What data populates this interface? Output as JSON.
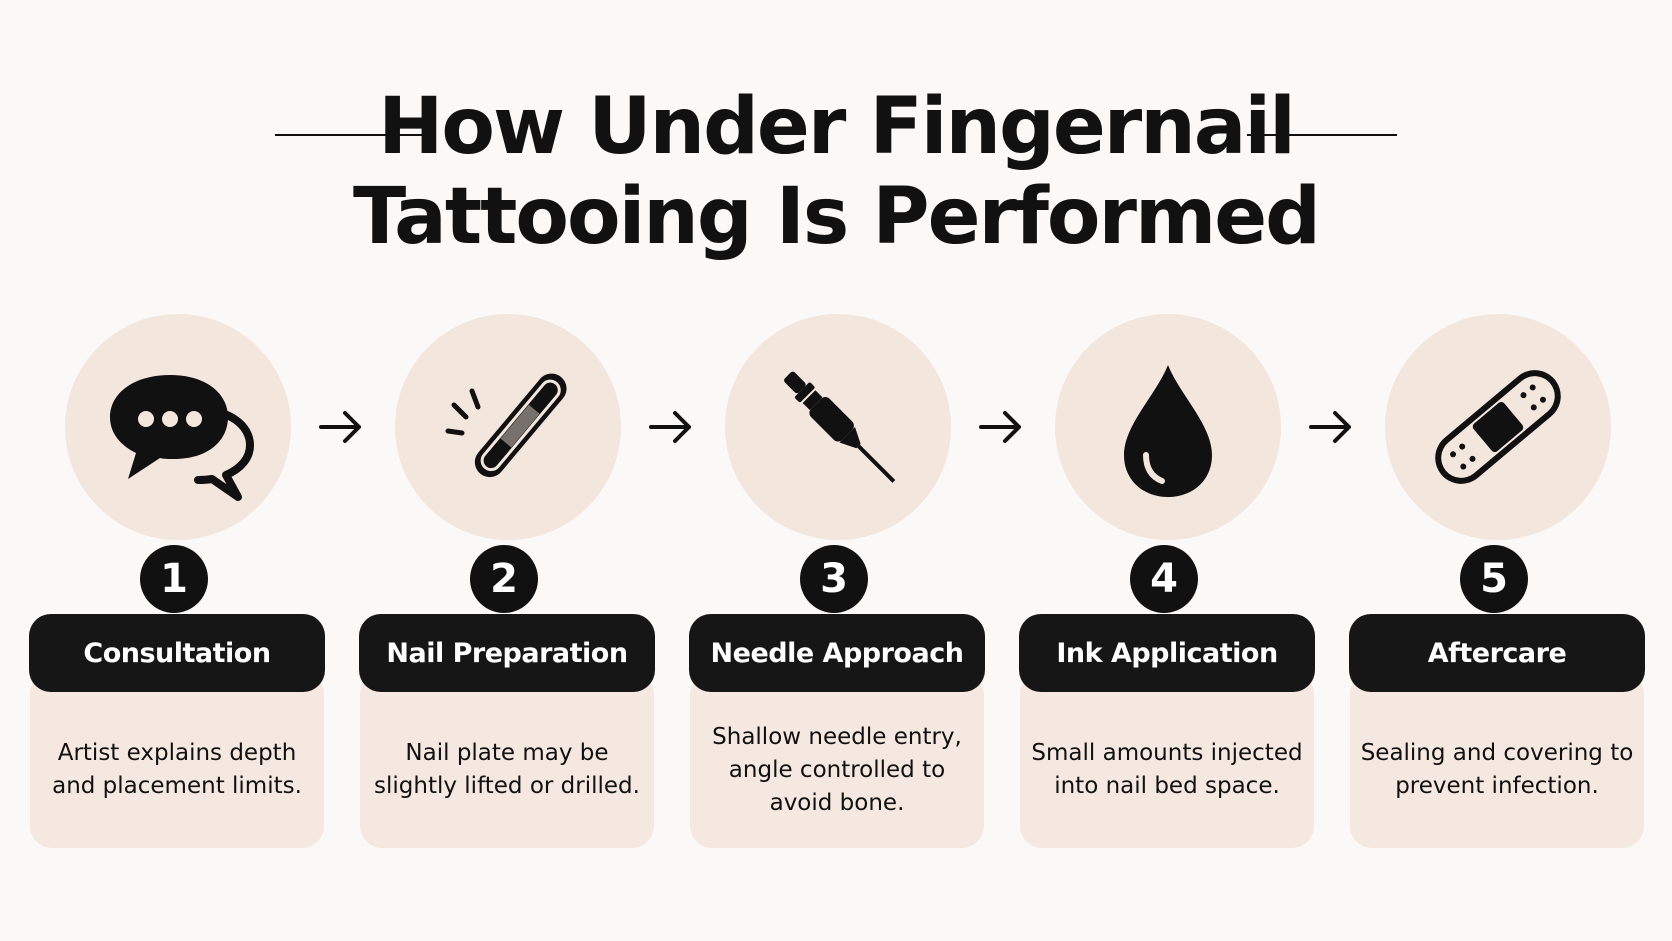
{
  "title": {
    "line1": "How Under Fingernail",
    "line2": "Tattooing Is Performed"
  },
  "colors": {
    "background": "#fbf9f7",
    "circle": "#f3e6dd",
    "card": "#f4e8e0",
    "dark": "#161616",
    "text_light": "#ffffff"
  },
  "steps": [
    {
      "number": "1",
      "label": "Consultation",
      "description": "Artist explains depth and placement limits.",
      "icon": "chat-bubbles-icon"
    },
    {
      "number": "2",
      "label": "Nail Preparation",
      "description": "Nail plate may be slightly lifted or drilled.",
      "icon": "nail-file-icon"
    },
    {
      "number": "3",
      "label": "Needle Approach",
      "description": "Shallow needle entry, angle controlled to avoid bone.",
      "icon": "syringe-icon"
    },
    {
      "number": "4",
      "label": "Ink Application",
      "description": "Small amounts injected into nail bed space.",
      "icon": "ink-drop-icon"
    },
    {
      "number": "5",
      "label": "Aftercare",
      "description": "Sealing and covering to prevent infection.",
      "icon": "bandage-icon"
    }
  ],
  "arrows": [
    "arrow-right-icon",
    "arrow-right-icon",
    "arrow-right-icon",
    "arrow-right-icon"
  ]
}
